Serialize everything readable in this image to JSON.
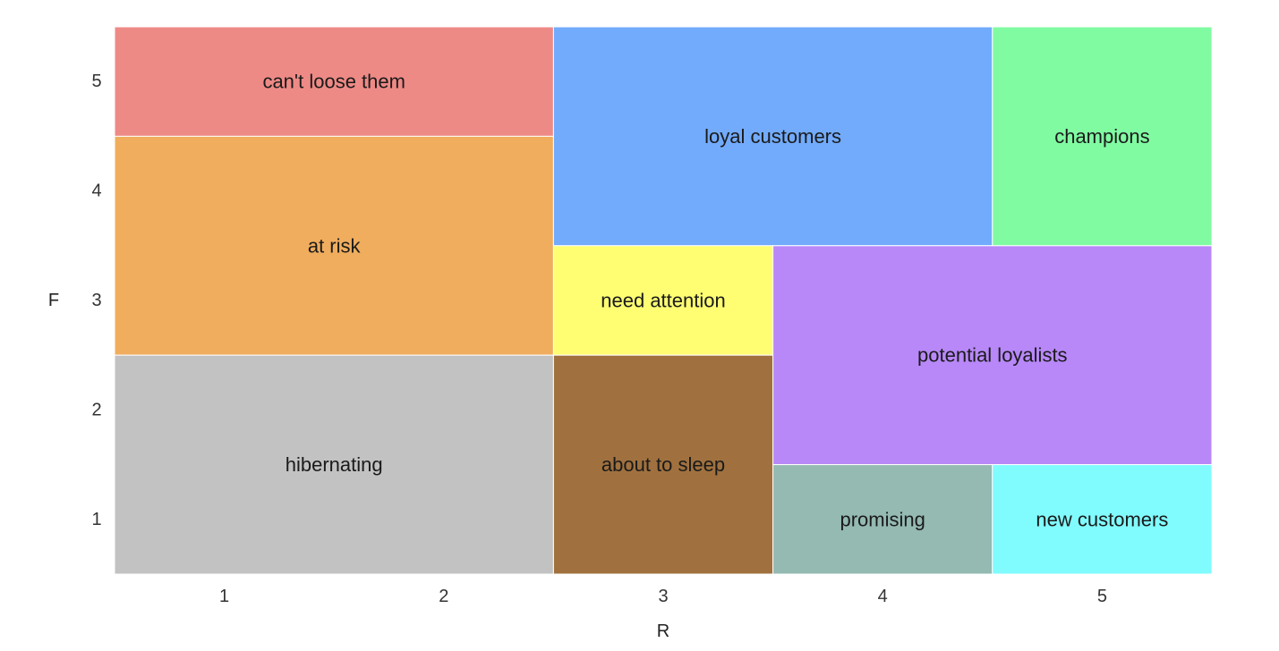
{
  "chart_data": {
    "type": "heatmap",
    "title": "",
    "xlabel": "R",
    "ylabel": "F",
    "xlim": [
      0.5,
      5.5
    ],
    "ylim": [
      0.5,
      5.5
    ],
    "x_ticks": [
      "1",
      "2",
      "3",
      "4",
      "5"
    ],
    "y_ticks": [
      "1",
      "2",
      "3",
      "4",
      "5"
    ],
    "grid": false,
    "legend": "none",
    "segments": [
      {
        "label": "can't loose them",
        "r": [
          1,
          2
        ],
        "f": [
          5,
          5
        ],
        "color": "#ee8a86"
      },
      {
        "label": "at risk",
        "r": [
          1,
          2
        ],
        "f": [
          3,
          4
        ],
        "color": "#f0ad5e"
      },
      {
        "label": "hibernating",
        "r": [
          1,
          2
        ],
        "f": [
          1,
          2
        ],
        "color": "#c2c2c2"
      },
      {
        "label": "loyal customers",
        "r": [
          3,
          4
        ],
        "f": [
          4,
          5
        ],
        "color": "#72abfb"
      },
      {
        "label": "champions",
        "r": [
          5,
          5
        ],
        "f": [
          4,
          5
        ],
        "color": "#80fba2"
      },
      {
        "label": "need attention",
        "r": [
          3,
          3
        ],
        "f": [
          3,
          3
        ],
        "color": "#fffe73"
      },
      {
        "label": "about to sleep",
        "r": [
          3,
          3
        ],
        "f": [
          1,
          2
        ],
        "color": "#a0713f"
      },
      {
        "label": "potential loyalists",
        "r": [
          4,
          5
        ],
        "f": [
          2,
          3
        ],
        "color": "#b888f8"
      },
      {
        "label": "promising",
        "r": [
          4,
          4
        ],
        "f": [
          1,
          1
        ],
        "color": "#94bab2"
      },
      {
        "label": "new customers",
        "r": [
          5,
          5
        ],
        "f": [
          1,
          1
        ],
        "color": "#80fbfe"
      }
    ]
  }
}
